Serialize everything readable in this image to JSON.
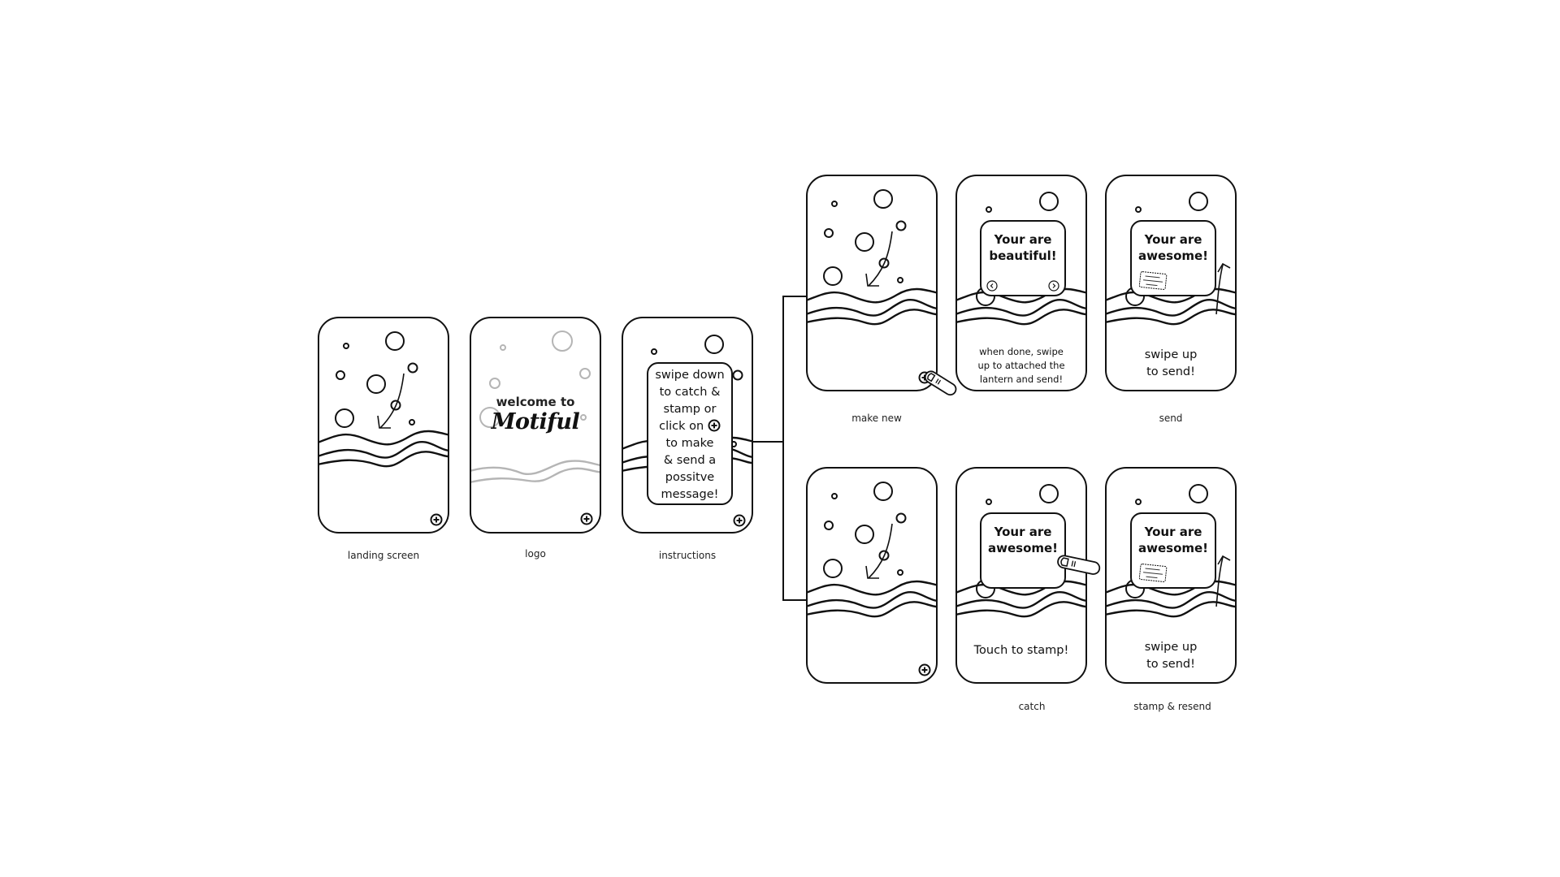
{
  "flow": {
    "screens": [
      {
        "id": "landing",
        "caption": "landing screen"
      },
      {
        "id": "logo",
        "caption": "logo",
        "welcome_line": "welcome to",
        "brand": "Motiful"
      },
      {
        "id": "instructions",
        "caption": "instructions",
        "lines": [
          "swipe down",
          "to catch &",
          "stamp or",
          "click on",
          "to make",
          "& send a",
          "possitve",
          "message!"
        ]
      },
      {
        "id": "make-new",
        "caption": "make new"
      },
      {
        "id": "compose",
        "caption": "",
        "card_title": [
          "Your are",
          "beautiful!"
        ],
        "bottom_lines": [
          "when done, swipe",
          "up to attached the",
          "lantern and send!"
        ]
      },
      {
        "id": "send",
        "caption": "send",
        "card_title": [
          "Your are",
          "awesome!"
        ],
        "bottom_lines": [
          "swipe up",
          "to send!"
        ]
      },
      {
        "id": "browse",
        "caption": ""
      },
      {
        "id": "catch",
        "caption": "catch",
        "card_title": [
          "Your are",
          "awesome!"
        ],
        "bottom_lines": [
          "Touch to stamp!"
        ]
      },
      {
        "id": "stamp-resend",
        "caption": "stamp & resend",
        "card_title": [
          "Your are",
          "awesome!"
        ],
        "bottom_lines": [
          "swipe up",
          "to send!"
        ]
      }
    ]
  },
  "icons": {
    "add": "plus-circle-icon",
    "prev": "chevron-left-icon",
    "next": "chevron-right-icon",
    "finger": "pointing-finger-icon",
    "stamp": "postage-stamp-icon",
    "arrow_down": "swipe-down-arrow-icon",
    "arrow_up": "swipe-up-arrow-icon"
  },
  "colors": {
    "stroke": "#111111",
    "faded": "#b5b5b5",
    "background": "#ffffff"
  }
}
